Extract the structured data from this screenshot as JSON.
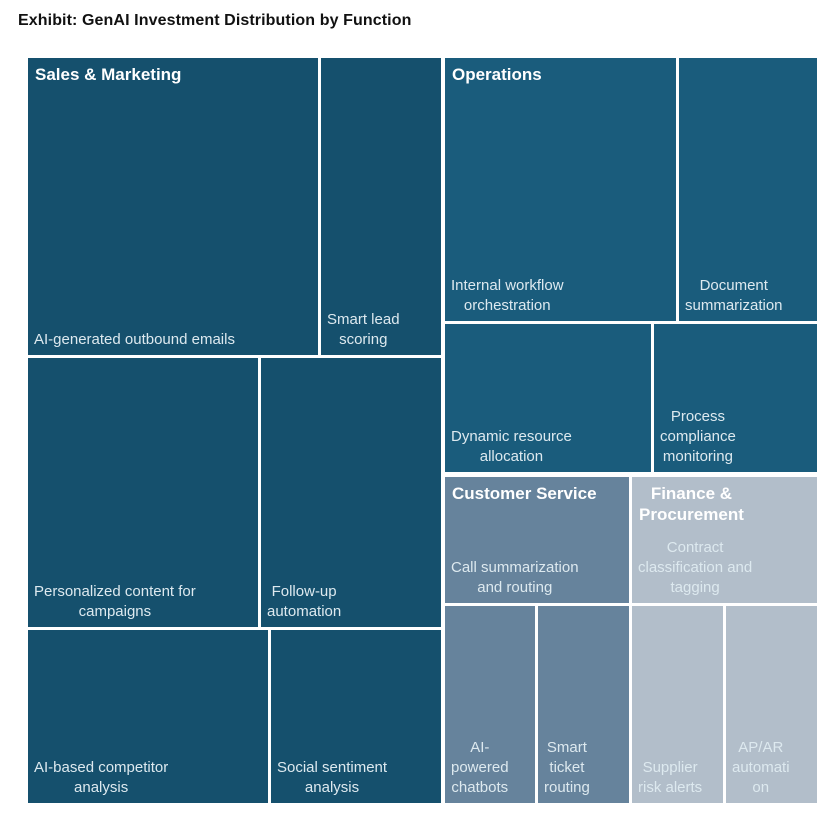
{
  "colors": {
    "background": "#ffffff",
    "title_text": "#111111",
    "group_title_text": "#ffffff",
    "leaf_label_text": "#dde9ef",
    "sales_marketing": "#15506d",
    "operations": "#1a5c7c",
    "customer_service": "#66839c",
    "finance_procurement": "#b2beca"
  },
  "chart_data": {
    "type": "treemap",
    "title": "Exhibit: GenAI Investment Distribution by Function",
    "legend": "none",
    "value_labels_shown": false,
    "note": "cell sizes encode share of investment; percentages estimated from cell areas",
    "groups": [
      {
        "label": "Sales & Marketing",
        "label_lines": [
          "Sales & Marketing"
        ],
        "color": "#15506d",
        "share_pct_est": 51.6,
        "children": [
          {
            "label": "AI-generated outbound emails",
            "label_lines": [
              "AI-generated outbound emails"
            ],
            "share_pct_est": 14.7
          },
          {
            "label": "Smart lead scoring",
            "label_lines": [
              "Smart lead",
              "scoring"
            ],
            "share_pct_est": 6.1
          },
          {
            "label": "Personalized content for campaigns",
            "label_lines": [
              "Personalized content for",
              "campaigns"
            ],
            "share_pct_est": 10.5
          },
          {
            "label": "Follow-up automation",
            "label_lines": [
              "Follow-up",
              "automation"
            ],
            "share_pct_est": 8.2
          },
          {
            "label": "AI-based competitor analysis",
            "label_lines": [
              "AI-based competitor",
              "analysis"
            ],
            "share_pct_est": 7.1
          },
          {
            "label": "Social sentiment analysis",
            "label_lines": [
              "Social sentiment",
              "analysis"
            ],
            "share_pct_est": 5.0
          }
        ]
      },
      {
        "label": "Operations",
        "label_lines": [
          "Operations"
        ],
        "color": "#1a5c7c",
        "share_pct_est": 25.8,
        "children": [
          {
            "label": "Internal workflow orchestration",
            "label_lines": [
              "Internal workflow",
              "orchestration"
            ],
            "share_pct_est": 10.3
          },
          {
            "label": "Document summarization",
            "label_lines": [
              "Document",
              "summarization"
            ],
            "share_pct_est": 6.2
          },
          {
            "label": "Dynamic resource allocation",
            "label_lines": [
              "Dynamic resource",
              "allocation"
            ],
            "share_pct_est": 5.2
          },
          {
            "label": "Process compliance monitoring",
            "label_lines": [
              "Process",
              "compliance",
              "monitoring"
            ],
            "share_pct_est": 4.1
          }
        ]
      },
      {
        "label": "Customer Service",
        "label_lines": [
          "Customer Service"
        ],
        "color": "#66839c",
        "share_pct_est": 10.0,
        "children": [
          {
            "label": "Call summarization and routing",
            "label_lines": [
              "Call summarization",
              "and routing"
            ],
            "share_pct_est": 4.0
          },
          {
            "label": "AI-powered chatbots",
            "label_lines": [
              "AI-",
              "powered",
              "chatbots"
            ],
            "share_pct_est": 3.0
          },
          {
            "label": "Smart ticket routing",
            "label_lines": [
              "Smart",
              "ticket",
              "routing"
            ],
            "share_pct_est": 3.0
          }
        ]
      },
      {
        "label": "Finance & Procurement",
        "label_lines": [
          "Finance &",
          "Procurement"
        ],
        "color": "#b2beca",
        "share_pct_est": 10.0,
        "children": [
          {
            "label": "Contract classification and tagging",
            "label_lines": [
              "Contract",
              "classification and",
              "tagging"
            ],
            "share_pct_est": 4.0
          },
          {
            "label": "Supplier risk alerts",
            "label_lines": [
              "Supplier",
              "risk alerts"
            ],
            "share_pct_est": 3.0
          },
          {
            "label": "AP/AR automation",
            "label_lines": [
              "AP/AR",
              "automati",
              "on"
            ],
            "share_pct_est": 3.0
          }
        ]
      }
    ]
  }
}
